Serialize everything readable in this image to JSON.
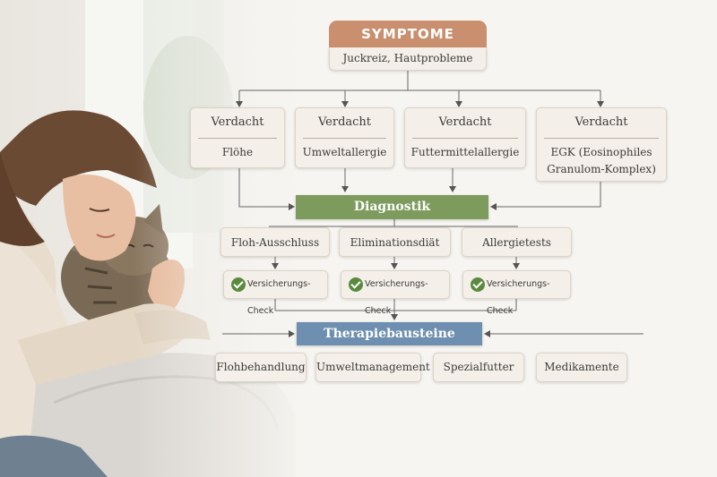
{
  "symptoms": {
    "header": "SYMPTOME",
    "body": "Juckreiz, Hautprobleme"
  },
  "suspicions": [
    {
      "label": "Verdacht",
      "cause": "Flöhe"
    },
    {
      "label": "Verdacht",
      "cause": "Umweltallergie"
    },
    {
      "label": "Verdacht",
      "cause": "Futtermittelallergie"
    },
    {
      "label": "Verdacht",
      "cause_line1": "EGK (Eosinophiles",
      "cause_line2": "Granulom-Komplex)"
    }
  ],
  "diagnostics": {
    "title": "Diagnostik",
    "steps": [
      "Floh-Ausschluss",
      "Eliminationsdiät",
      "Allergietests"
    ],
    "check_label": "Versicherungs-Check"
  },
  "therapy": {
    "title": "Therapiebausteine",
    "items": [
      "Flohbehandlung",
      "Umweltmanagement",
      "Spezialfutter",
      "Medikamente"
    ]
  },
  "colors": {
    "symptom_header": "#c98f6e",
    "diagnostics_bar": "#7d9b5d",
    "therapy_bar": "#6e8faf",
    "check_icon": "#5a8a3e"
  }
}
